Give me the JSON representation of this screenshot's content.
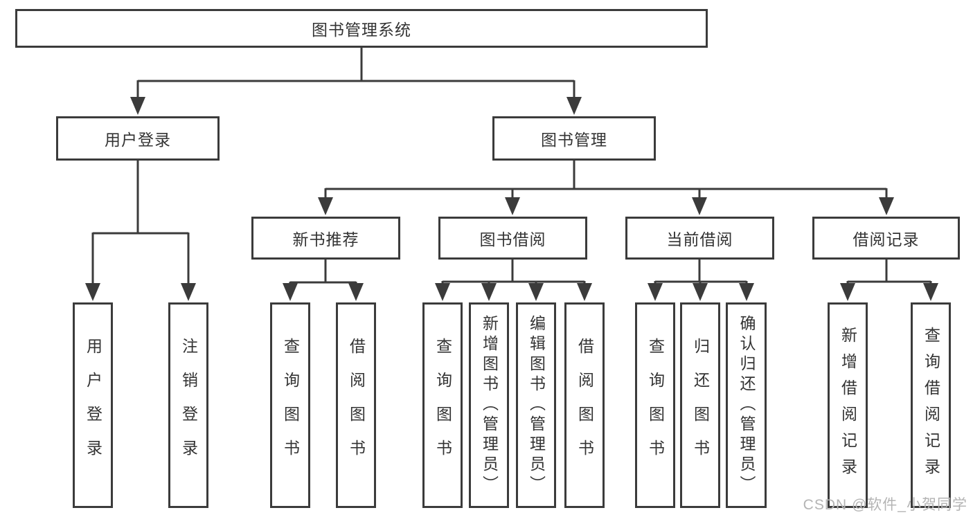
{
  "diagram": {
    "root": {
      "label": "图书管理系统"
    },
    "branches": [
      {
        "label": "用户登录",
        "children": [
          {
            "label": "用户登录"
          },
          {
            "label": "注销登录"
          }
        ]
      },
      {
        "label": "图书管理",
        "children": [
          {
            "label": "新书推荐",
            "children": [
              {
                "label": "查询图书"
              },
              {
                "label": "借阅图书"
              }
            ]
          },
          {
            "label": "图书借阅",
            "children": [
              {
                "label": "查询图书"
              },
              {
                "label": "新增图书（管理员）"
              },
              {
                "label": "编辑图书（管理员）"
              },
              {
                "label": "借阅图书"
              }
            ]
          },
          {
            "label": "当前借阅",
            "children": [
              {
                "label": "查询图书"
              },
              {
                "label": "归还图书"
              },
              {
                "label": "确认归还（管理员）"
              }
            ]
          },
          {
            "label": "借阅记录",
            "children": [
              {
                "label": "新增借阅记录"
              },
              {
                "label": "查询借阅记录"
              }
            ]
          }
        ]
      }
    ]
  },
  "colors": {
    "line": "#3b3b3b",
    "text": "#333333",
    "watermark": "#b4b4b4"
  },
  "watermark": {
    "text": "CSDN @软件_小贺同学"
  }
}
